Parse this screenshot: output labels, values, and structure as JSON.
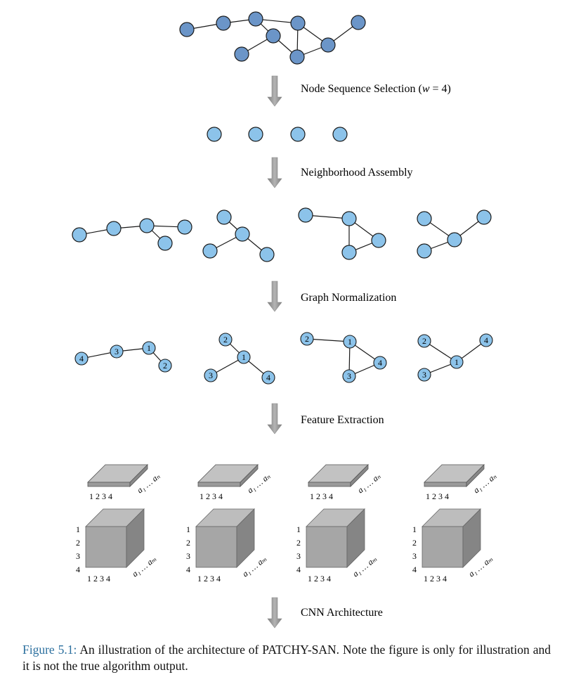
{
  "steps": [
    {
      "label_pre": "Node Sequence Selection (",
      "var": "w",
      "label_post": " = 4)"
    },
    {
      "label": "Neighborhood Assembly"
    },
    {
      "label": "Graph Normalization"
    },
    {
      "label": "Feature Extraction"
    },
    {
      "label": "CNN Architecture"
    }
  ],
  "normalized_graphs": [
    {
      "node_labels": [
        "4",
        "3",
        "1",
        "2"
      ]
    },
    {
      "node_labels": [
        "2",
        "1",
        "3",
        "4"
      ]
    },
    {
      "node_labels": [
        "2",
        "1",
        "3",
        "4"
      ]
    },
    {
      "node_labels": [
        "2",
        "4",
        "1",
        "3"
      ]
    }
  ],
  "tensors": {
    "slab_axis_ticks": "1  2  3  4",
    "slab_depth_label": "a₁ … aₙ",
    "cube_axis_ticks": "1  2  3  4",
    "cube_depth_label": "a₁ … aₘ",
    "cube_side_ticks": [
      "1",
      "2",
      "3",
      "4"
    ]
  },
  "caption": {
    "lead": "Figure 5.1:",
    "text": " An illustration of the architecture of PATCHY-SAN. Note the figure is only for illustration and it is not the true algorithm output."
  },
  "colors": {
    "input_node": "#6b95c8",
    "node": "#8cc3ea",
    "node_stroke": "#1a1a1a",
    "arrow": "#9a9a9a",
    "slab_top": "#c2c2c2",
    "cube_front": "#a6a6a6",
    "cube_side": "#858585",
    "cube_top": "#bdbdbd",
    "caption_lead": "#2b6f9e"
  }
}
